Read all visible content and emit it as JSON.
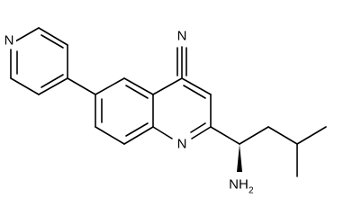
{
  "molecule": {
    "atom_labels": {
      "pyridine_n": "N",
      "nitrile_n": "N",
      "quinoline_n": "N",
      "amine_main": "NH",
      "amine_sub": "2"
    },
    "colors": {
      "bond": "#000000",
      "text": "#000000",
      "background": "#ffffff"
    }
  }
}
